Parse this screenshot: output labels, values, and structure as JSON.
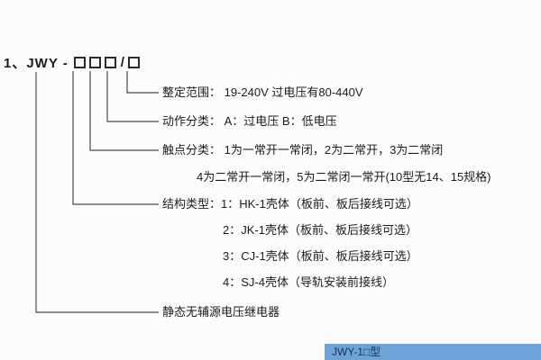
{
  "model_title": {
    "prefix": "1、JWY -",
    "separator": "/"
  },
  "labels": {
    "setting_range": "整定范围：  19-240V 过电压有80-440V",
    "action_class": "动作分类：  A：过电压     B：低电压",
    "contact_class_line1": "触点分类：  1为一常开一常闭，2为二常开，3为二常闭",
    "contact_class_line2": "4为二常开一常闭，5为二常闭一常开(10型无14、15规格)",
    "structure_type_line1": "结构类型：1：HK-1壳体（板前、板后接线可选）",
    "structure_type_line2": "2：JK-1壳体（板前、板后接线可选）",
    "structure_type_line3": "3：CJ-1壳体（板前、板后接线可选）",
    "structure_type_line4": "4：SJ-4壳体（导轨安装前接线）",
    "relay_name": "静态无辅源电压继电器"
  },
  "watermark": {
    "text": "JWY-1□型"
  }
}
